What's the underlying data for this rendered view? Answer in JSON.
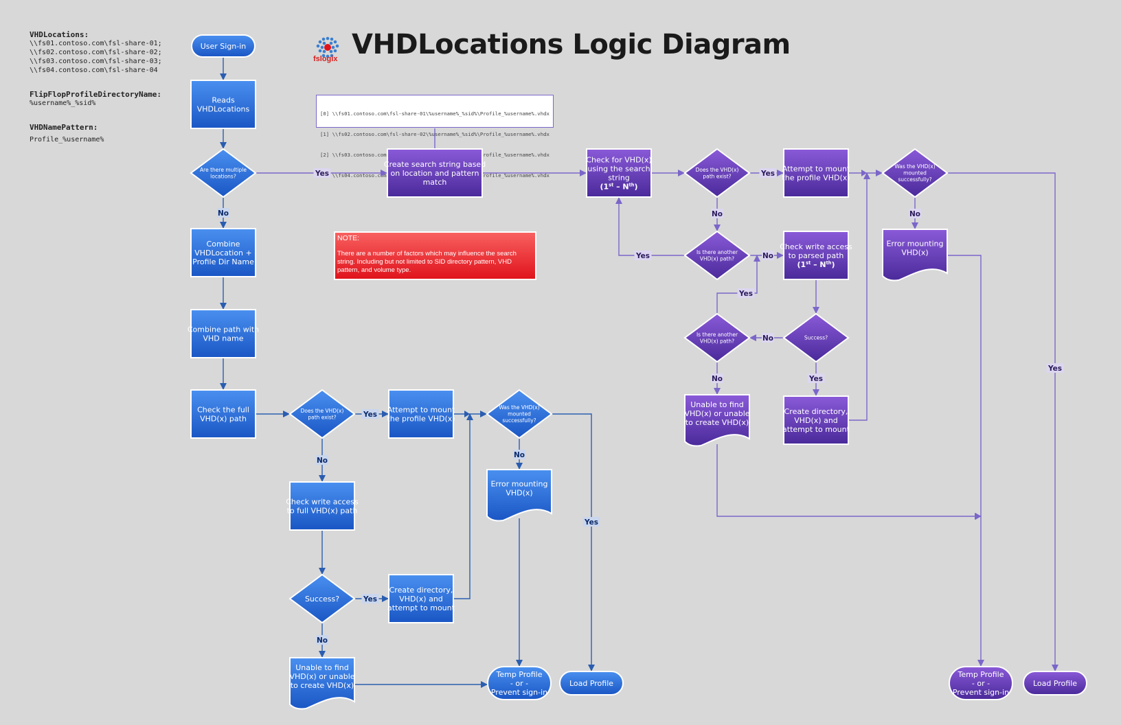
{
  "config": {
    "vhd_locations": {
      "heading": "VHDLocations:",
      "lines": [
        "\\\\fs01.contoso.com\\fsl-share-01;",
        "\\\\fs02.contoso.com\\fsl-share-02;",
        "\\\\fs03.contoso.com\\fsl-share-03;",
        "\\\\fs04.contoso.com\\fsl-share-04"
      ]
    },
    "flipflop": {
      "heading": "FlipFlopProfileDirectoryName:",
      "value": "%username%_%sid%"
    },
    "name_pattern": {
      "heading": "VHDNamePattern:",
      "value": "Profile_%username%"
    }
  },
  "header": {
    "title": "VHDLocations Logic Diagram",
    "logo_text": "fslogix",
    "logo_icon": "fslogix-logo"
  },
  "search_paths": [
    "[0] \\\\fs01.contoso.com\\fsl-share-01\\%username%_%sid%\\Profile_%username%.vhdx",
    "[1] \\\\fs02.contoso.com\\fsl-share-02\\%username%_%sid%\\Profile_%username%.vhdx",
    "[2] \\\\fs03.contoso.com\\fsl-share-03\\%username%_%sid%\\Profile_%username%.vhdx",
    "[3] \\\\fs04.contoso.com\\fsl-share-04\\%username%_%sid%\\Profile_%username%.vhdx"
  ],
  "note": {
    "heading": "NOTE:",
    "body": "There are a number of factors which may influence the search string. Including but not limited to SID directory pattern, VHD pattern, and volume type."
  },
  "colors": {
    "blue_top": "#4a90f0",
    "blue_bottom": "#1a56c4",
    "blue_line": "#2a5db0",
    "blue_label": "#0a2a6a",
    "purple_top": "#8a5ad8",
    "purple_bottom": "#4a2a9a",
    "purple_line": "#7b66c9",
    "purple_label": "#2a1a5a",
    "background": "#d8d8d8",
    "note_red": "#e0141c"
  },
  "nodes": {
    "user_signin": [
      "User Sign-in"
    ],
    "reads": [
      "Reads",
      "VHDLocations"
    ],
    "multi": [
      "Are there multiple",
      "locations?"
    ],
    "combine": [
      "Combine",
      "VHDLocation +",
      "Profile Dir Name"
    ],
    "combine_path": [
      "Combine path with",
      "VHD name"
    ],
    "check_full": [
      "Check the full",
      "VHD(x) path"
    ],
    "b_exist": [
      "Does the VHD(x)",
      "path exist?"
    ],
    "b_attempt": [
      "Attempt to mount",
      "the profile VHD(x)"
    ],
    "b_mounted": [
      "Was the VHD(x)",
      "mounted",
      "successfully?"
    ],
    "b_check_write": [
      "Check write access",
      "to full VHD(x) path"
    ],
    "b_error": [
      "Error mounting",
      "VHD(x)"
    ],
    "b_success": [
      "Success?"
    ],
    "b_create": [
      "Create directory,",
      "VHD(x) and",
      "attempt to mount"
    ],
    "b_unable": [
      "Unable to find",
      "VHD(x) or unable",
      "to create VHD(x)"
    ],
    "b_temp": [
      "Temp Profile",
      "- or -",
      "Prevent sign-in"
    ],
    "b_load": [
      "Load Profile"
    ],
    "p_search": [
      "Create search string based",
      "on location and  pattern",
      "match"
    ],
    "p_check": [
      "Check for VHD(x)",
      "using the search",
      "string",
      "(1st – Nth)"
    ],
    "p_exist": [
      "Does the VHD(x)",
      "path exist?"
    ],
    "p_attempt": [
      "Attempt to mount",
      "the profile VHD(x)"
    ],
    "p_mounted": [
      "Was the VHD(x)",
      "mounted",
      "successfully?"
    ],
    "p_another1": [
      "Is there another",
      "VHD(x) path?"
    ],
    "p_check_write": [
      "Check write access",
      "to parsed path",
      "(1st – Nth)"
    ],
    "p_error": [
      "Error mounting",
      "VHD(x)"
    ],
    "p_another2": [
      "Is there another",
      "VHD(x) path?"
    ],
    "p_success": [
      "Success?"
    ],
    "p_unable": [
      "Unable to find",
      "VHD(x) or unable",
      "to create VHD(x)"
    ],
    "p_create": [
      "Create directory,",
      "VHD(x) and",
      "attempt to mount"
    ],
    "p_temp": [
      "Temp Profile",
      "- or -",
      "Prevent sign-in"
    ],
    "p_load": [
      "Load Profile"
    ]
  },
  "labels": {
    "yes": "Yes",
    "no": "No"
  }
}
